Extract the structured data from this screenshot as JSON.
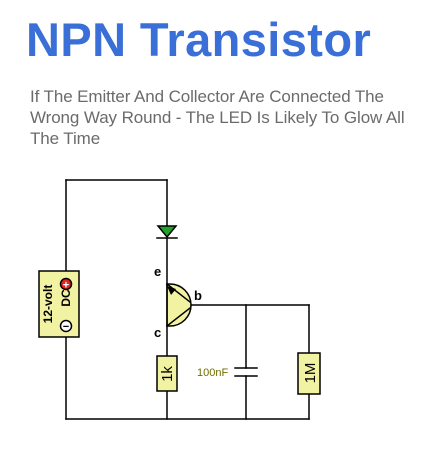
{
  "title": "NPN Transistor",
  "subtitle": "If The Emitter And Collector Are Connected The Wrong Way Round - The LED Is Likely To Glow All The Time",
  "colors": {
    "title": "#3A6FD8",
    "subtitle": "#6B6B6B",
    "led_fill": "#1FA32A",
    "battery_fill": "#F2F2A3",
    "component_fill": "#F2F2A3",
    "plus_terminal": "#E32222",
    "capacitor_label": "#6E6E00"
  },
  "diagram": {
    "battery": {
      "voltage_label": "12-volt",
      "type_label": "DC",
      "plus_symbol": "+",
      "minus_symbol": "−"
    },
    "transistor": {
      "emitter_label": "e",
      "base_label": "b",
      "collector_label": "c"
    },
    "resistor_1": {
      "value": "1k"
    },
    "capacitor": {
      "value": "100nF"
    },
    "resistor_2": {
      "value": "1M"
    }
  }
}
